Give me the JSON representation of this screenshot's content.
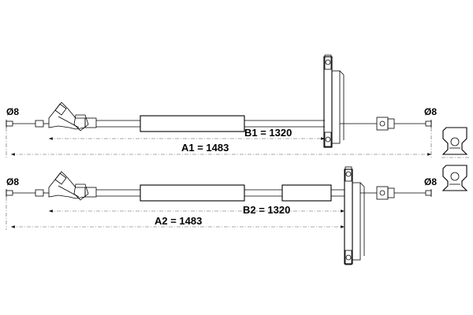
{
  "cable_top": {
    "left_diameter": "Ø8",
    "right_diameter": "Ø8",
    "dimension_b": "B1 = 1320",
    "dimension_a": "A1 = 1483"
  },
  "cable_bottom": {
    "left_diameter": "Ø8",
    "right_diameter": "Ø8",
    "dimension_b": "B2 = 1320",
    "dimension_a": "A2 = 1483"
  }
}
